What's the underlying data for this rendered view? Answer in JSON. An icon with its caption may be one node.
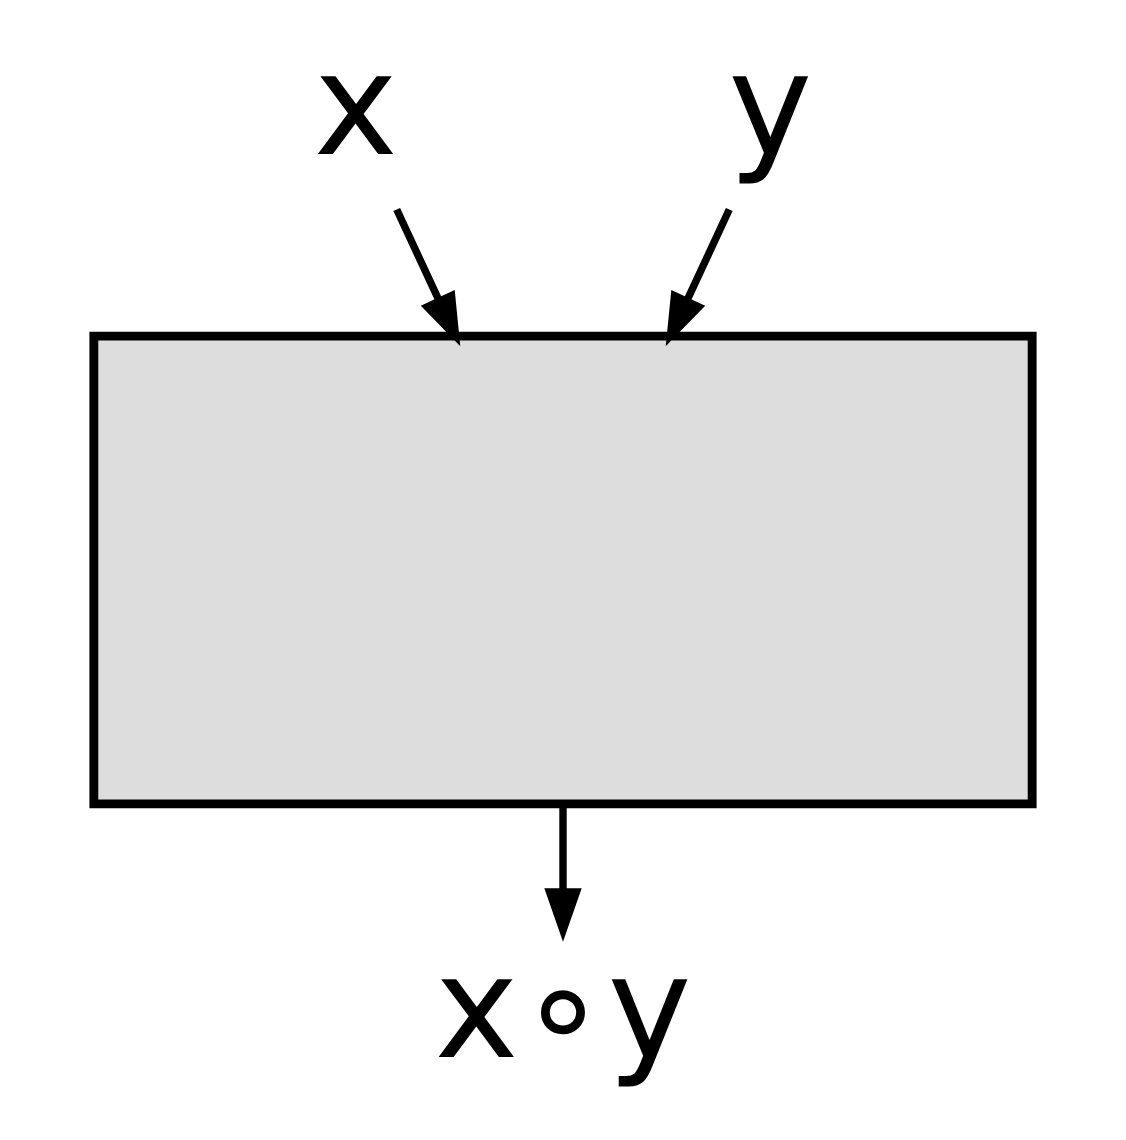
{
  "diagram": {
    "nodes": [
      {
        "text": [
          "x"
        ]
      },
      {
        "text": [
          "y"
        ]
      },
      {
        "text": [],
        "shape": "box"
      },
      {
        "text": [
          "x∘y"
        ]
      }
    ],
    "edges": [
      {
        "from": 0,
        "to": 2,
        "arrow": "to"
      },
      {
        "from": 1,
        "to": 2,
        "arrow": "to"
      },
      {
        "from": 2,
        "to": 3,
        "arrow": "to"
      }
    ]
  }
}
